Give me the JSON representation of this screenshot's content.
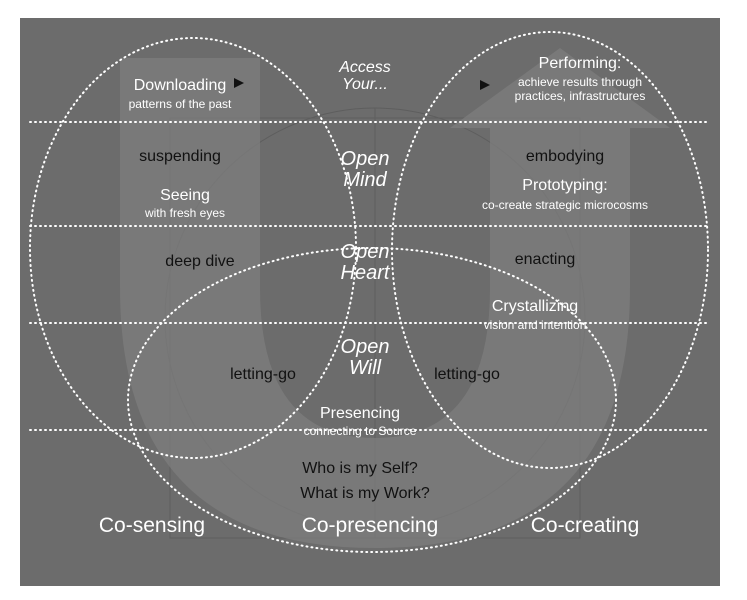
{
  "center": {
    "access": [
      "Access",
      "Your..."
    ],
    "open_mind": [
      "Open",
      "Mind"
    ],
    "open_heart": [
      "Open",
      "Heart"
    ],
    "open_will": [
      "Open",
      "Will"
    ]
  },
  "left": {
    "downloading": {
      "title": "Downloading",
      "sub": "patterns of the past"
    },
    "suspending": "suspending",
    "seeing": {
      "title": "Seeing",
      "sub": "with fresh eyes"
    },
    "deep_dive": "deep dive",
    "letting_go": "letting-go"
  },
  "right": {
    "performing": {
      "title": "Performing:",
      "sub": [
        "achieve results through",
        "practices, infrastructures"
      ]
    },
    "embodying": "embodying",
    "prototyping": {
      "title": "Prototyping:",
      "sub": "co-create strategic microcosms"
    },
    "enacting": "enacting",
    "crystallizing": {
      "title": "Crystallizing",
      "sub": "vision and intention"
    },
    "letting_go": "letting-go"
  },
  "bottom": {
    "presencing": {
      "title": "Presencing",
      "sub": "connecting to Source"
    },
    "questions": [
      "Who is my Self?",
      "What is my Work?"
    ]
  },
  "footer": {
    "co_sensing": "Co-sensing",
    "co_presencing": "Co-presencing",
    "co_creating": "Co-creating"
  },
  "colors": {
    "panel": "#6c6c6c",
    "text": "#ffffff",
    "dark_text": "#111111",
    "u_shape": "#7d7d7d"
  }
}
